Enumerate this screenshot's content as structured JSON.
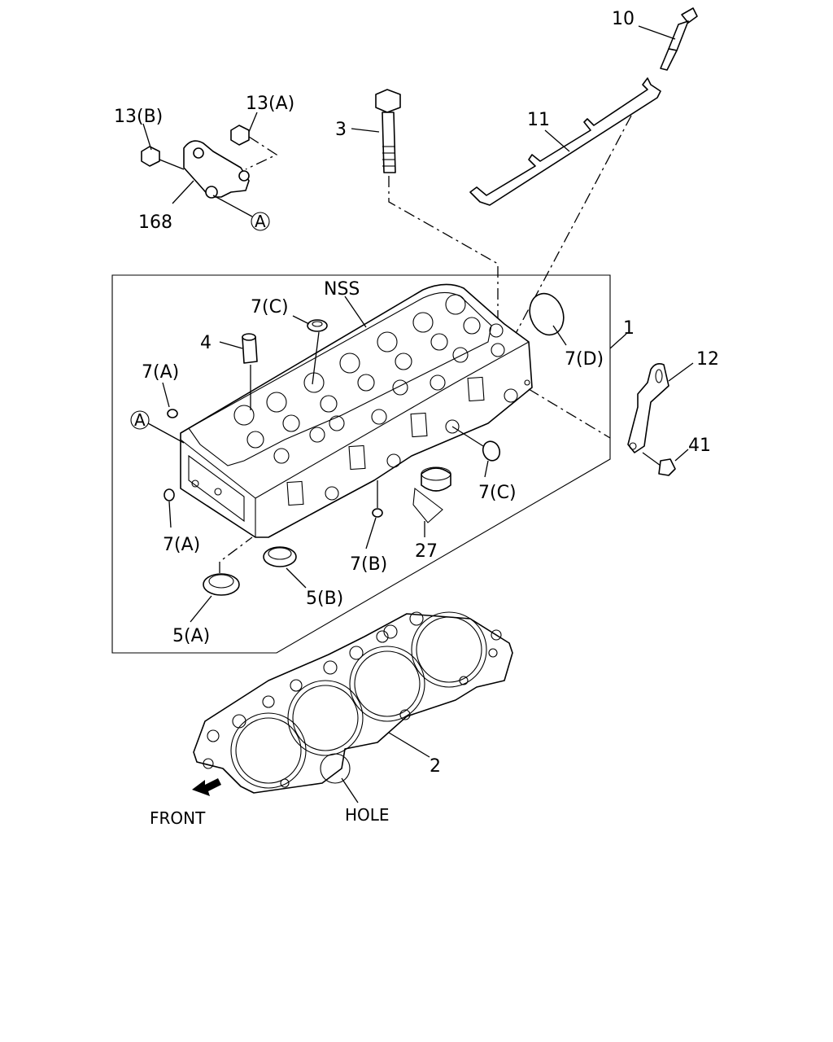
{
  "labels": {
    "p10": "10",
    "p11": "11",
    "p3": "3",
    "p13a": "13(A)",
    "p13b": "13(B)",
    "p168": "168",
    "circle_a_1": "A",
    "circle_a_2": "A",
    "p1": "1",
    "nss": "NSS",
    "p7c_top": "7(C)",
    "p4": "4",
    "p7a_top": "7(A)",
    "p7d": "7(D)",
    "p12": "12",
    "p41": "41",
    "p7c_right": "7(C)",
    "p7a_bottom": "7(A)",
    "p7b": "7(B)",
    "p27": "27",
    "p5b": "5(B)",
    "p5a": "5(A)",
    "p2": "2",
    "hole": "HOLE",
    "front": "FRONT"
  }
}
